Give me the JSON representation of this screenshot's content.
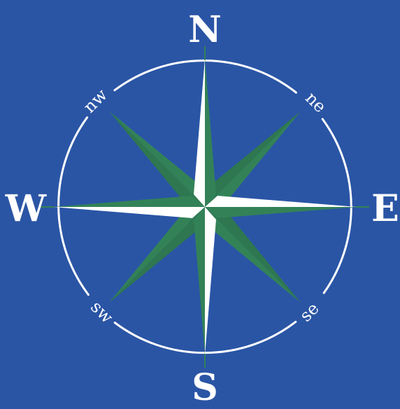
{
  "colors": {
    "background": "#2a55a5",
    "star_green": "#338257",
    "star_white": "#ffffff",
    "ring": "#ffffff"
  },
  "labels": {
    "north": "N",
    "south": "S",
    "east": "E",
    "west": "W",
    "northeast": "ne",
    "northwest": "nw",
    "southeast": "se",
    "southwest": "sw"
  }
}
